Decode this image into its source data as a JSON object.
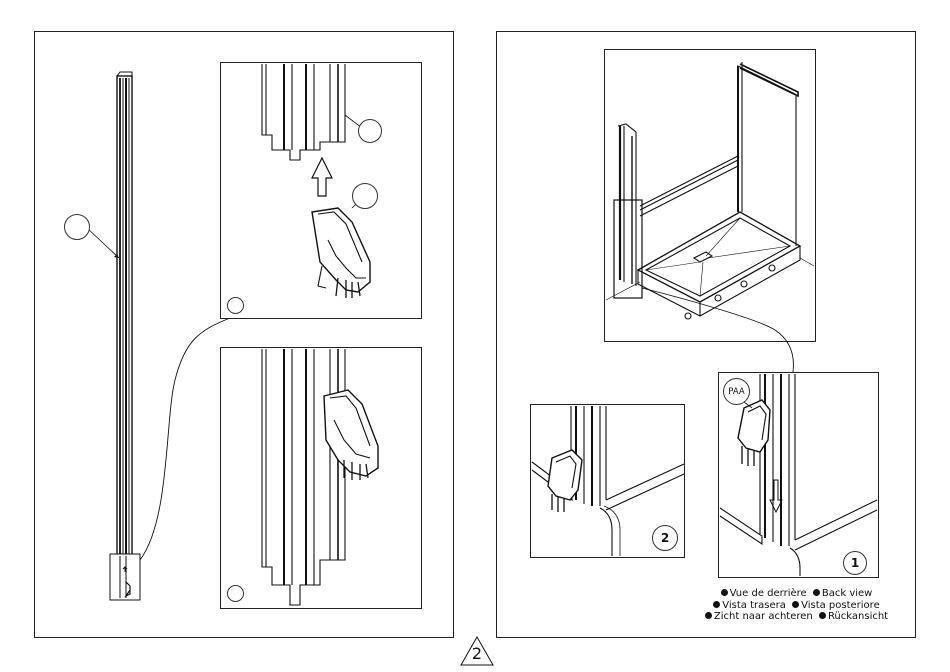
{
  "page": {
    "number": "2"
  },
  "left_panel": {
    "callouts": [
      {
        "id": "profile-callout",
        "label": ""
      },
      {
        "id": "detail-top-callout-1",
        "label": ""
      },
      {
        "id": "detail-top-callout-2",
        "label": ""
      },
      {
        "id": "detail-top-corner-callout",
        "label": ""
      },
      {
        "id": "detail-bottom-corner-callout",
        "label": ""
      }
    ]
  },
  "right_panel": {
    "detail_1": {
      "step": "1",
      "part_label": "PAA"
    },
    "detail_2": {
      "step": "2"
    },
    "legend": {
      "rows": [
        [
          {
            "lang": "fr",
            "text": "Vue de derrière"
          },
          {
            "lang": "en",
            "text": "Back view"
          }
        ],
        [
          {
            "lang": "es",
            "text": "Vista trasera"
          },
          {
            "lang": "it",
            "text": "Vista posteriore"
          }
        ],
        [
          {
            "lang": "nl",
            "text": "Zicht naar achteren"
          },
          {
            "lang": "de",
            "text": "Rückansicht"
          }
        ]
      ]
    }
  }
}
